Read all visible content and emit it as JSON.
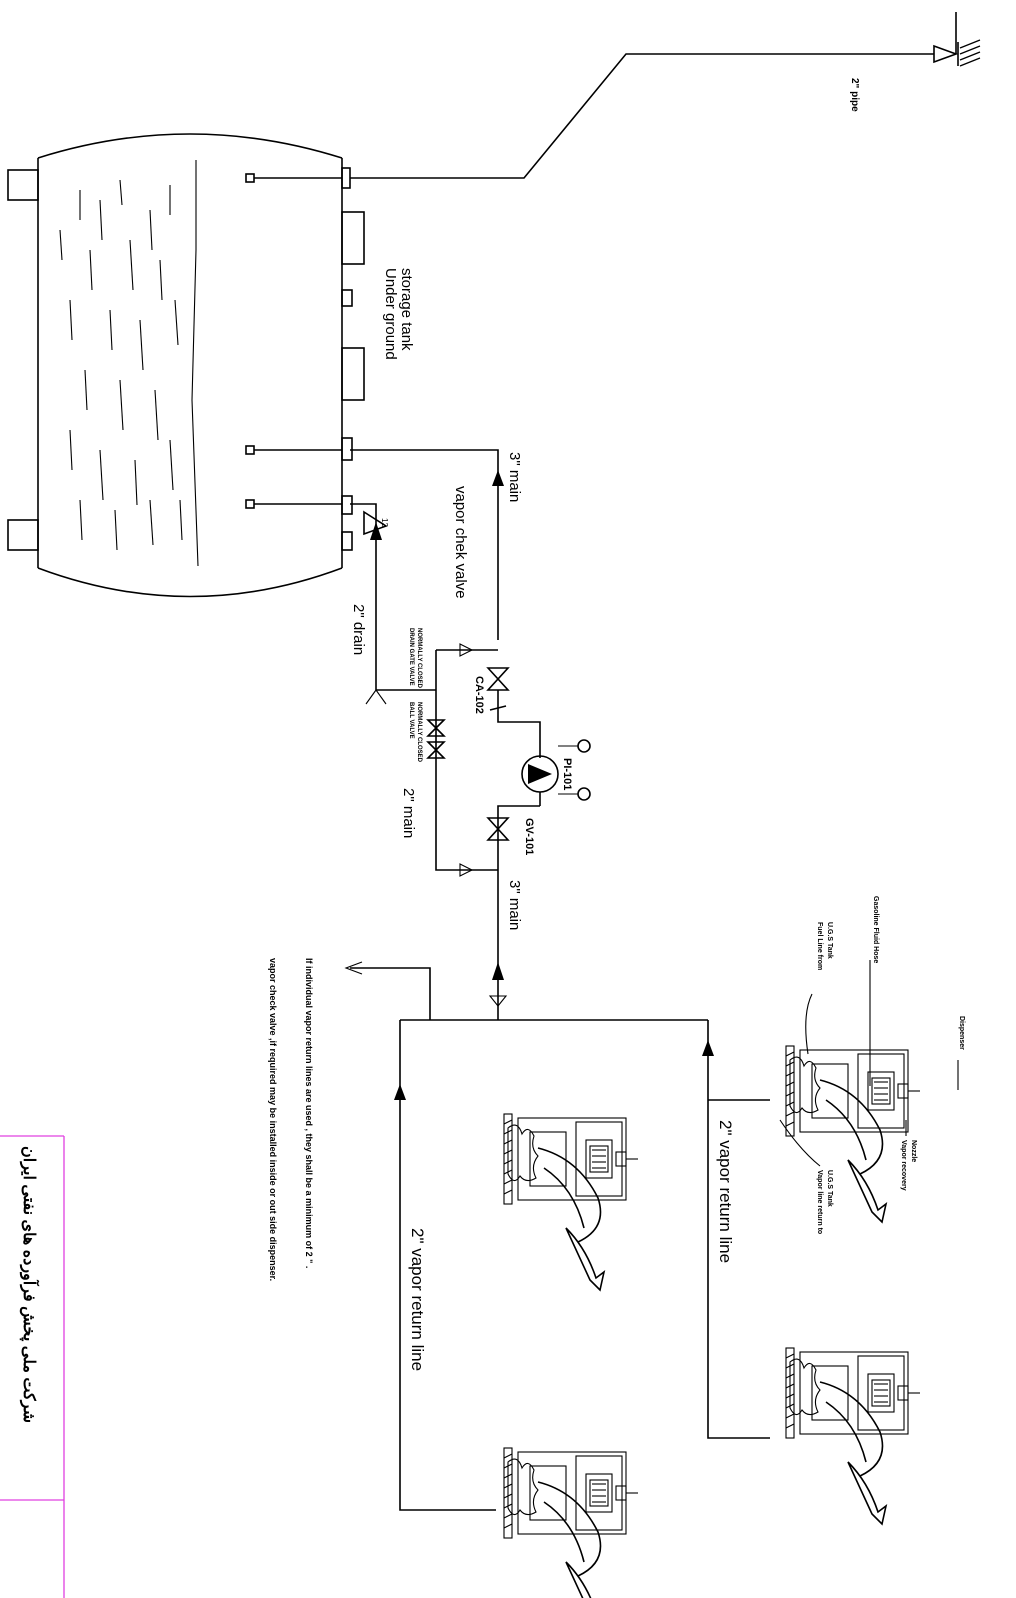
{
  "labels": {
    "pipe_top": "2\" pipe",
    "tank": [
      "Under ground",
      "storage tank"
    ],
    "main_3_left": "3\" main",
    "vapor_check_valve": "vapor chek valve",
    "drain": "2\" drain",
    "main_2": "2\" main",
    "main_3_right": "3\" main",
    "valve_gv": "GV-101",
    "valve_ca": "CA-102",
    "pi": "PI-101",
    "note_1": "If individual vapor return lines are used , they shall be a minimum of 2 \" .",
    "note_2": "vapor check valve ,if required may be installed inside or out side dispenser.",
    "vapor_return_upper": "2\" vapor return line",
    "vapor_return_lower": "2\" vapor return line",
    "dispenser": "Dispenser",
    "gasoline_hose": "Gasoline Fluid Hose",
    "fuel_line": [
      "Fuel Line from",
      "U.G.S Tank"
    ],
    "vapor_nozzle": [
      "Vapor recovery",
      "Nozzle"
    ],
    "vapor_line_return": [
      "Vapor line return to",
      "U.G.S Tank"
    ],
    "small_drain_1": "DRAIN GATE VALVE",
    "small_drain_2": "NORMALLY CLOSED",
    "small_ball_1": "BALL VALVE",
    "small_ball_2": "NORMALLY CLOSED",
    "title_block": "شرکت ملی پخش فرآورده های نفتی ایران"
  },
  "colors": {
    "line": "#000000",
    "title_border": "#e040e0"
  }
}
